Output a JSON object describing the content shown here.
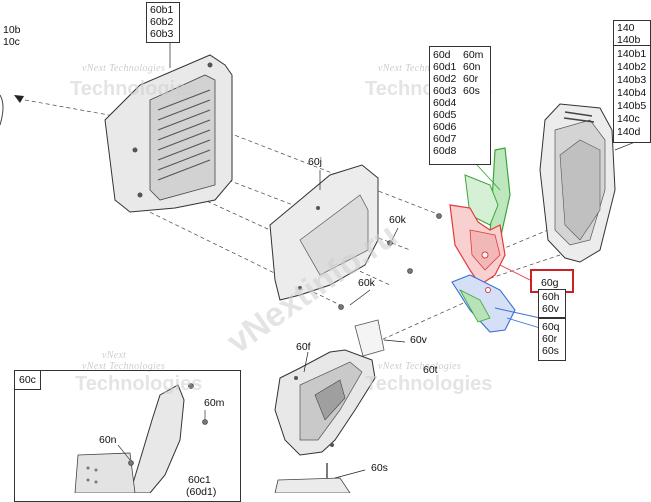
{
  "labels": {
    "l_10b": "10b",
    "l_10c": "10c",
    "l_60j": "60j",
    "l_60k1": "60k",
    "l_60k2": "60k",
    "l_60f": "60f",
    "l_60v": "60v",
    "l_60t": "60t",
    "l_60s": "60s",
    "l_60m": "60m",
    "l_60n": "60n",
    "l_60c1": "60c1",
    "l_60d1": "(60d1)"
  },
  "boxes": {
    "box_60b": "60b1\n60b2\n60b3",
    "box_60d_left": "60d\n60d1\n60d2\n60d3\n60d4\n60d5\n60d6\n60d7\n60d8",
    "box_60d_right": "60m\n60n\n60r\n60s",
    "box_140": "140\n140b",
    "box_140b": "140b1\n140b2\n140b3\n140b4\n140b5\n140c\n140d",
    "box_60g": "60g",
    "box_60h": "60h\n60v",
    "box_60q": "60q\n60r\n60s",
    "box_60c": "60c"
  },
  "watermark": {
    "line1": "vNext Technologies",
    "line2": "Technologies",
    "line3": "vNext",
    "big": "vNextinfo.ru"
  },
  "colors": {
    "highlight": "#cc2222",
    "part_red": "#e23a3a",
    "part_green": "#3aa63a",
    "part_blue": "#3a6fd8"
  }
}
